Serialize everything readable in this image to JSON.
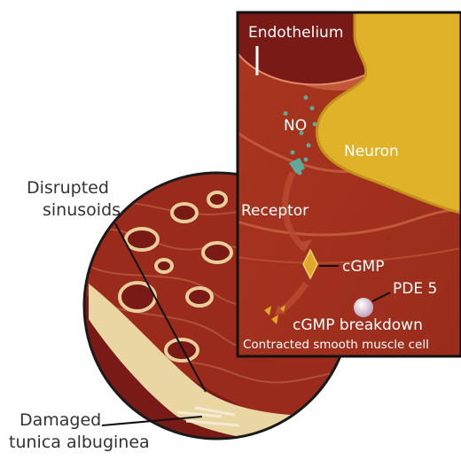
{
  "labels": {
    "disrupted_line1": "Disrupted",
    "disrupted_line2": "sinusoids",
    "damaged_line1": "Damaged",
    "damaged_line2": "tunica albuginea",
    "endothelium": "Endothelium",
    "no": "NO",
    "neuron": "Neuron",
    "receptor": "Receptor",
    "cgmp": "cGMP",
    "pde5": "PDE 5",
    "cgmp_breakdown": "cGMP breakdown",
    "contracted_cell": "Contracted smooth muscle cell"
  },
  "colors": {
    "tissue_dark": "#7a1a16",
    "tissue_mid": "#a3321f",
    "tissue_light": "#c2573a",
    "neuron": "#e0b22a",
    "collagen": "#ead6a3",
    "no_particles": "#5fa89a",
    "cgmp_diamond": "#e0a82a",
    "pde5_sphere": "#d9c6d8",
    "line": "#1a1a1a"
  }
}
